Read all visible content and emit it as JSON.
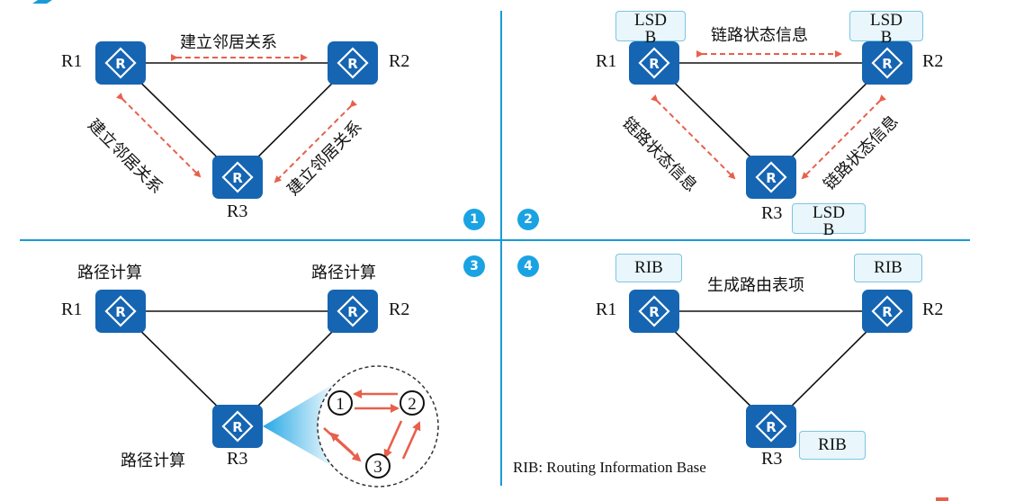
{
  "routers": {
    "r1": "R1",
    "r2": "R2",
    "r3": "R3"
  },
  "panel1": {
    "badge": "1",
    "top_label": "建立邻居关系",
    "left_label": "建立邻居关系",
    "right_label": "建立邻居关系"
  },
  "panel2": {
    "badge": "2",
    "top_label": "链路状态信息",
    "left_label": "链路状态信息",
    "right_label": "链路状态信息",
    "lsdb_r1": "LSDB",
    "lsdb_r2": "LSDB",
    "lsdb_r3": "LSDB"
  },
  "panel3": {
    "badge": "3",
    "calc_r1": "路径计算",
    "calc_r2": "路径计算",
    "calc_r3": "路径计算",
    "steps": [
      "1",
      "2",
      "3"
    ]
  },
  "panel4": {
    "badge": "4",
    "top_label": "生成路由表项",
    "rib_r1": "RIB",
    "rib_r2": "RIB",
    "rib_r3": "RIB",
    "footnote": "RIB: Routing Information Base"
  },
  "colors": {
    "router_fill": "#1565b2",
    "arrow": "#e8604c",
    "divider": "#1a9ad6",
    "badge": "#1aa3e3",
    "box_fill": "#e9f6fb",
    "box_border": "#7cc6df"
  },
  "icons": {
    "router": "router-icon"
  }
}
